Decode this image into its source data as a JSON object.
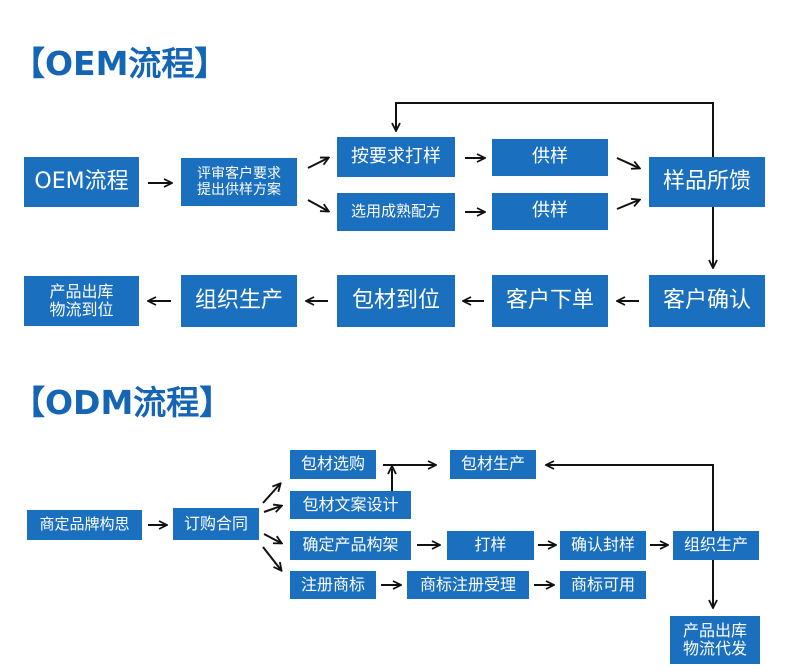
{
  "oem": {
    "heading": "【OEM流程】",
    "nodes": {
      "start": "OEM流程",
      "evaluate_line1": "评审客户要求",
      "evaluate_line2": "提出供样方案",
      "sample_req": "按要求打样",
      "supply1": "供样",
      "select_formula": "选用成熟配方",
      "supply2": "供样",
      "feedback": "样品所馈",
      "confirm": "客户确认",
      "order": "客户下单",
      "packaging": "包材到位",
      "production": "组织生产",
      "out_line1": "产品出库",
      "out_line2": "物流到位"
    }
  },
  "odm": {
    "heading": "【ODM流程】",
    "nodes": {
      "brand": "商定品牌构思",
      "contract": "订购合同",
      "pkg_select": "包材选购",
      "pkg_design": "包材文案设计",
      "pkg_production": "包材生产",
      "product_frame": "确定产品构架",
      "sample": "打样",
      "confirm_seal": "确认封样",
      "production": "组织生产",
      "trademark_reg": "注册商标",
      "trademark_accept": "商标注册受理",
      "trademark_ok": "商标可用",
      "out_line1": "产品出库",
      "out_line2": "物流代发"
    }
  },
  "colors": {
    "box": "#1a6fbf",
    "heading": "#1565b5",
    "arrow": "#111111"
  }
}
